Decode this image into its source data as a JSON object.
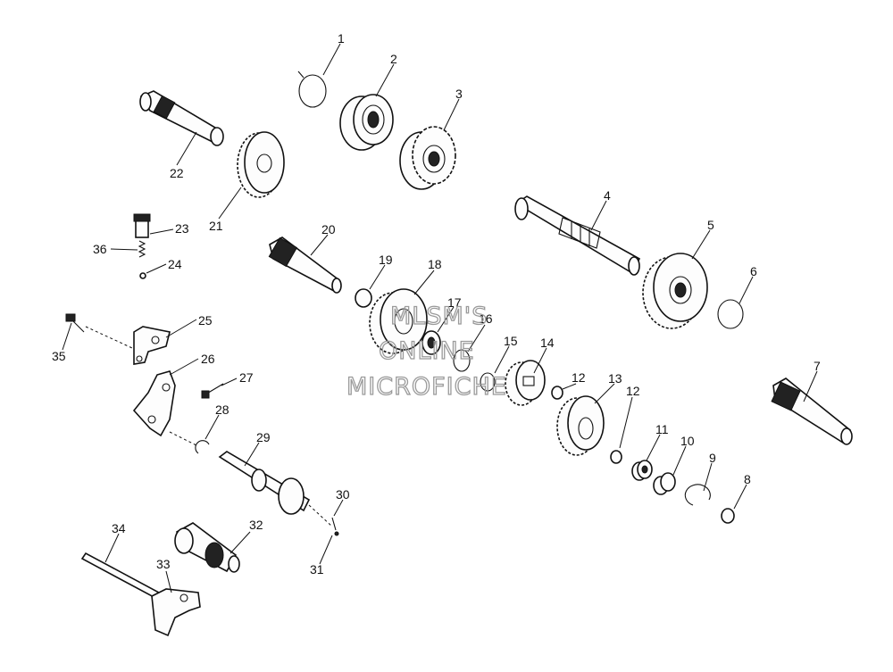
{
  "watermark": [
    "MLSM'S",
    "ONLINE",
    "MICROFICHE"
  ],
  "callouts": [
    "1",
    "2",
    "3",
    "4",
    "5",
    "6",
    "7",
    "8",
    "9",
    "10",
    "11",
    "12",
    "12",
    "13",
    "14",
    "15",
    "16",
    "17",
    "18",
    "19",
    "20",
    "21",
    "22",
    "23",
    "24",
    "25",
    "26",
    "27",
    "28",
    "29",
    "30",
    "31",
    "32",
    "33",
    "34",
    "35",
    "36"
  ]
}
